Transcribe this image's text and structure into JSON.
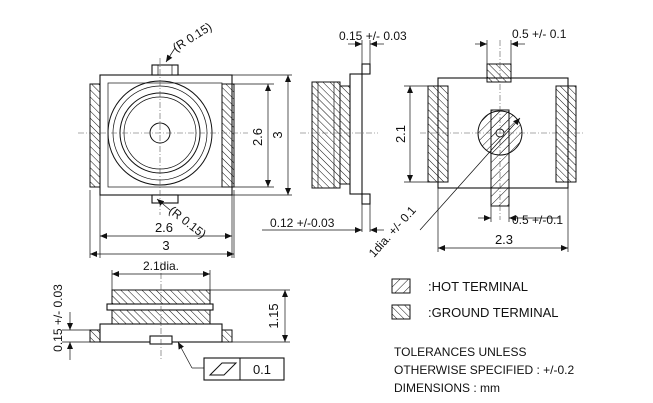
{
  "front_view": {
    "radius_top": "(R 0.15)",
    "radius_bottom": "(R 0.15)",
    "dim_inner_height": "2.6",
    "dim_outer_height": "3",
    "dim_inner_width": "2.6",
    "dim_outer_width": "3"
  },
  "side_view": {
    "dim_top": "0.15 +/-  0.03",
    "dim_bottom": "0.12 +/-0.03"
  },
  "rear_view": {
    "dim_top": "0.5 +/-  0.1",
    "dim_height": "2.1",
    "dim_dia": "1dia. +/- 0.1",
    "dim_slot": "0.5 +/-0.1",
    "dim_width": "2.3"
  },
  "profile_view": {
    "dim_dia": "2.1dia.",
    "dim_height": "1.15",
    "dim_base": "0.15 +/- 0.03",
    "flatness_value": "0.1"
  },
  "legend": {
    "hot_terminal": ":HOT TERMINAL",
    "ground_terminal": ":GROUND TERMINAL"
  },
  "notes": {
    "line1": "TOLERANCES UNLESS",
    "line2": "OTHERWISE SPECIFIED : +/-0.2",
    "line3": "DIMENSIONS : mm"
  }
}
